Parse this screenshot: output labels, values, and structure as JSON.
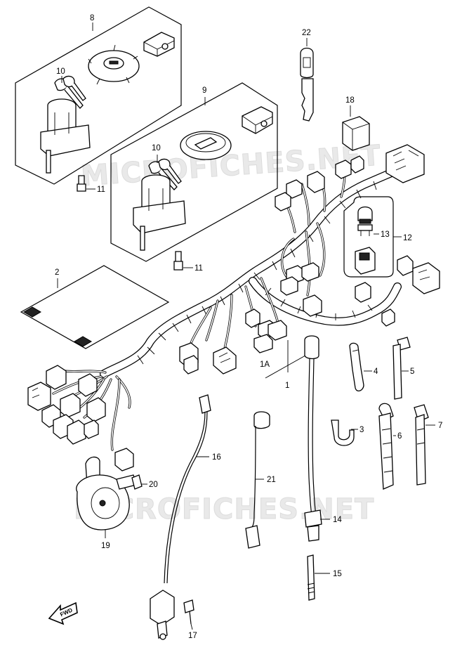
{
  "watermark": {
    "upper": "MICROFICHES.NET",
    "lower": "MICROFICHES.NET"
  },
  "fwd_label": "FWD",
  "callouts": [
    {
      "key": "c8",
      "text": "8"
    },
    {
      "key": "c10a",
      "text": "10"
    },
    {
      "key": "c11a",
      "text": "11"
    },
    {
      "key": "c9",
      "text": "9"
    },
    {
      "key": "c10b",
      "text": "10"
    },
    {
      "key": "c11b",
      "text": "11"
    },
    {
      "key": "c22",
      "text": "22"
    },
    {
      "key": "c18",
      "text": "18"
    },
    {
      "key": "c13",
      "text": "13"
    },
    {
      "key": "c12",
      "text": "12"
    },
    {
      "key": "c2",
      "text": "2"
    },
    {
      "key": "c1A",
      "text": "1A"
    },
    {
      "key": "c1",
      "text": "1"
    },
    {
      "key": "c4",
      "text": "4"
    },
    {
      "key": "c5",
      "text": "5"
    },
    {
      "key": "c3",
      "text": "3"
    },
    {
      "key": "c6",
      "text": "6"
    },
    {
      "key": "c7",
      "text": "7"
    },
    {
      "key": "c16",
      "text": "16"
    },
    {
      "key": "c20",
      "text": "20"
    },
    {
      "key": "c21",
      "text": "21"
    },
    {
      "key": "c19",
      "text": "19"
    },
    {
      "key": "c14",
      "text": "14"
    },
    {
      "key": "c15",
      "text": "15"
    },
    {
      "key": "c17",
      "text": "17"
    }
  ]
}
